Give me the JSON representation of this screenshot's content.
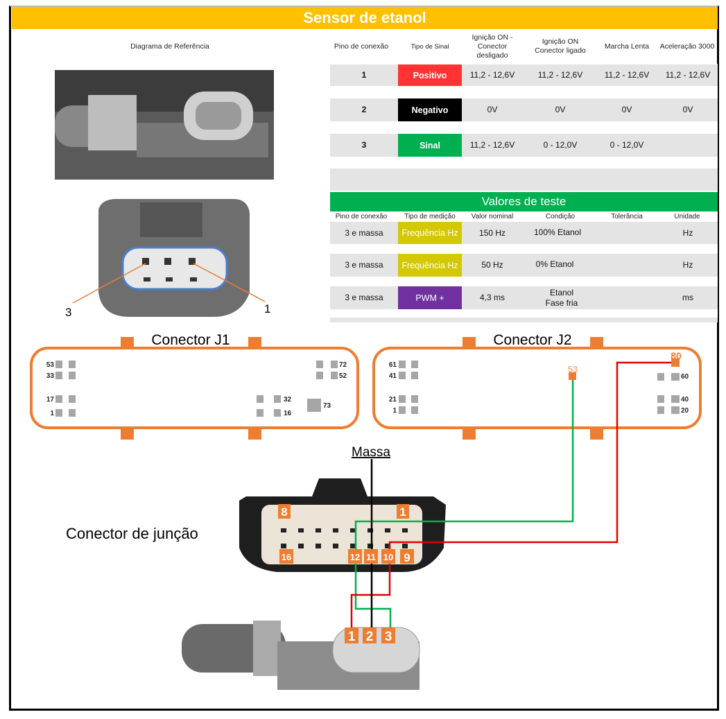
{
  "title": "Sensor de etanol",
  "reference_header": "Diagrama de Referência",
  "signal_table": {
    "headers": [
      "Pino de conexão",
      "Tipo de Sinal",
      "Ignição ON - Conector desligado",
      "Ignição ON Conector ligado",
      "Marcha Lenta",
      "Aceleração 3000"
    ],
    "rows": [
      {
        "pin": "1",
        "type": "Positivo",
        "color": "#FF3333",
        "v1": "11,2 - 12,6V",
        "v2": "11,2 - 12,6V",
        "v3": "11,2 - 12,6V",
        "v4": "11,2 - 12,6V"
      },
      {
        "pin": "2",
        "type": "Negativo",
        "color": "#000000",
        "v1": "0V",
        "v2": "0V",
        "v3": "0V",
        "v4": "0V"
      },
      {
        "pin": "3",
        "type": "Sinal",
        "color": "#00B050",
        "v1": "11,2 - 12,6V",
        "v2": "0 - 12,0V",
        "v3": "0 - 12,0V",
        "v4": ""
      }
    ]
  },
  "test_table": {
    "title": "Valores de teste",
    "headers": [
      "Pino de conexão",
      "Tipo de medição",
      "Valor nominal",
      "Condição",
      "Tolerância",
      "Unidade"
    ],
    "rows": [
      {
        "pin": "3 e massa",
        "type": "Frequência Hz",
        "color": "#D4C800",
        "nominal": "150 Hz",
        "condition": "100% Etanol",
        "tolerance": "",
        "unit": "Hz"
      },
      {
        "pin": "3 e massa",
        "type": "Frequência Hz",
        "color": "#D4C800",
        "nominal": "50 Hz",
        "condition": "0% Etanol",
        "tolerance": "",
        "unit": "Hz"
      },
      {
        "pin": "3 e massa",
        "type": "PWM +",
        "color": "#7030A0",
        "nominal": "4,3 ms",
        "condition": "Etanol\nFase fria",
        "tolerance": "",
        "unit": "ms"
      }
    ]
  },
  "photo_labels": {
    "left": "3",
    "right": "1"
  },
  "j1": {
    "title": "Conector J1",
    "pins": [
      "53",
      "33",
      "17",
      "1",
      "72",
      "52",
      "32",
      "16",
      "73"
    ]
  },
  "j2": {
    "title": "Conector J2",
    "pins": [
      "61",
      "41",
      "21",
      "1",
      "60",
      "40",
      "20"
    ],
    "highlight": [
      "53",
      "80"
    ]
  },
  "massa": "Massa",
  "junction": {
    "label": "Conector de junção",
    "pins": [
      "8",
      "1",
      "16",
      "12",
      "11",
      "10",
      "9"
    ]
  },
  "sensor_pins": [
    "1",
    "2",
    "3"
  ],
  "colors": {
    "accent": "#FFC000",
    "orange": "#ED7D31",
    "wire_green": "#00B050",
    "wire_red": "#E00000"
  }
}
